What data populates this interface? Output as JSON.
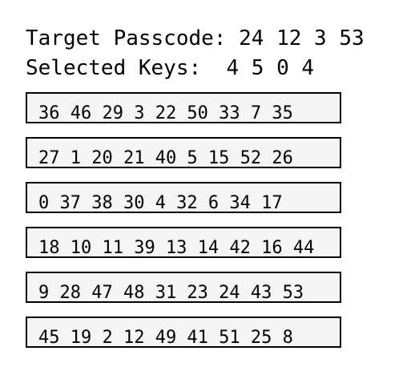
{
  "header": {
    "target_label": "Target Passcode:",
    "target_code": "24 12 3 53",
    "selected_label": "Selected Keys:",
    "selected_keys": "4 5 0 4"
  },
  "rows": [
    "36 46 29 3 22 50 33 7 35",
    "27 1 20 21 40 5 15 52 26",
    "0 37 38 30 4 32 6 34 17",
    "18 10 11 39 13 14 42 16 44",
    "9 28 47 48 31 23 24 43 53",
    "45 19 2 12 49 41 51 25 8"
  ]
}
